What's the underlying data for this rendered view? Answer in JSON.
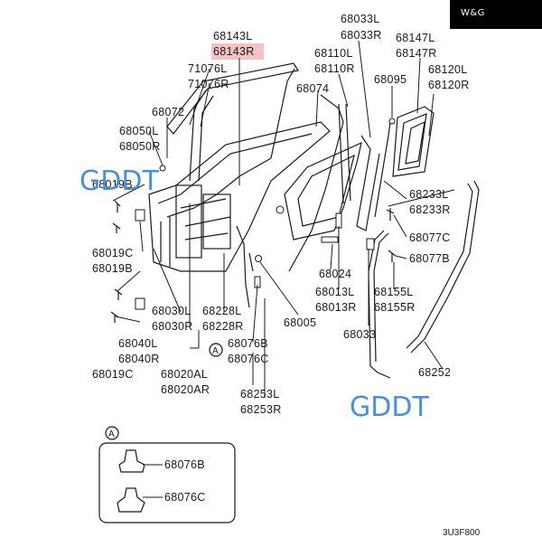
{
  "brand_badge": "W&G",
  "watermarks": [
    "GDDT",
    "GDDT"
  ],
  "highlight_color": "#f4c2c2",
  "watermark_color": "#4a90d9",
  "callout_letter": "A",
  "figure_code": "3U3F800",
  "labels": {
    "l68143L": "68143L",
    "l68143R": "68143R",
    "l71076L": "71076L",
    "l71076R": "71076R",
    "l68072": "68072",
    "l68050L": "68050L",
    "l68050R": "68050R",
    "l68019B_a": "68019B",
    "l68019C_a": "68019C",
    "l68019B_b": "68019B",
    "l68040L": "68040L",
    "l68040R": "68040R",
    "l68019C_b": "68019C",
    "l68030L": "68030L",
    "l68030R": "68030R",
    "l68020AL": "68020AL",
    "l68020AR": "68020AR",
    "l68228L": "68228L",
    "l68228R": "68228R",
    "l68076B": "68076B",
    "l68076C": "68076C",
    "l68253L": "68253L",
    "l68253R": "68253R",
    "l68005": "68005",
    "l68074": "68074",
    "l68024": "68024",
    "l68013L": "68013L",
    "l68013R": "68013R",
    "l68033": "68033",
    "l68033L": "68033L",
    "l68033R": "68033R",
    "l68110L": "68110L",
    "l68110R": "68110R",
    "l68095": "68095",
    "l68147L": "68147L",
    "l68147R": "68147R",
    "l68120L": "68120L",
    "l68120R": "68120R",
    "l68233L": "68233L",
    "l68233R": "68233R",
    "l68077C": "68077C",
    "l68077B": "68077B",
    "l68155L": "68155L",
    "l68155R": "68155R",
    "l68252": "68252",
    "inset_68076B": "68076B",
    "inset_68076C": "68076C"
  }
}
